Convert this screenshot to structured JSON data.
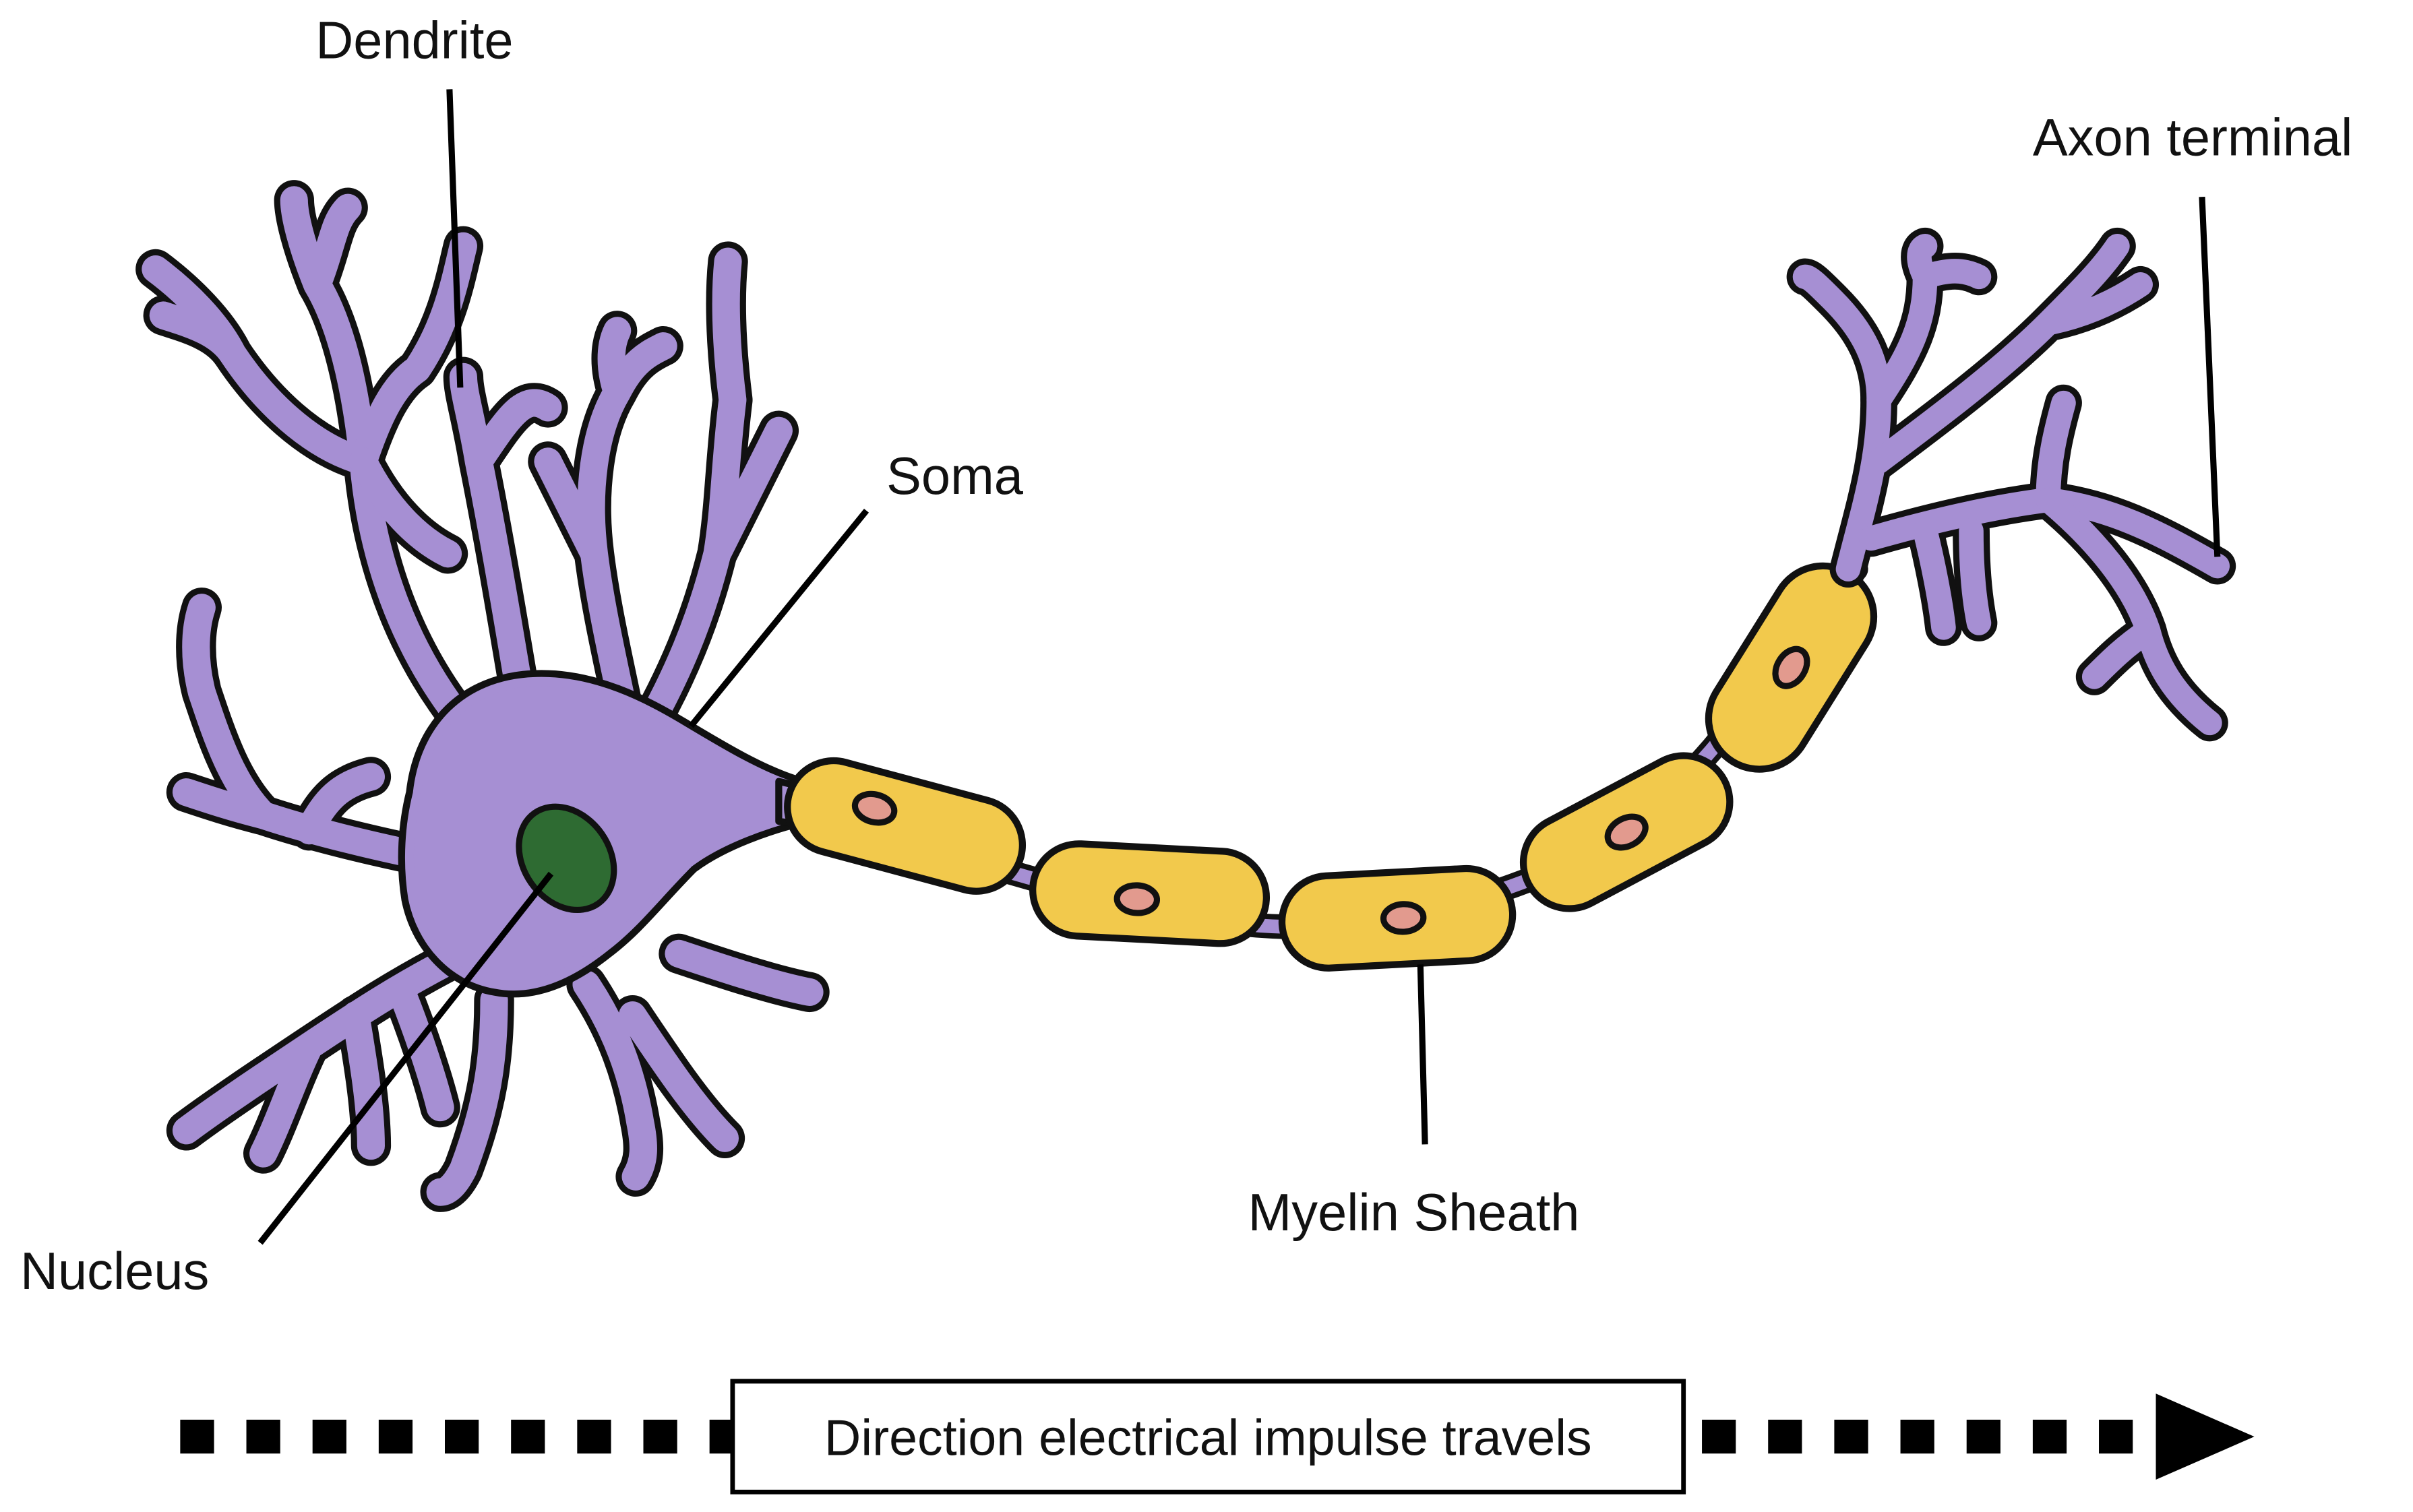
{
  "labels": {
    "dendrite": "Dendrite",
    "soma": "Soma",
    "nucleus": "Nucleus",
    "myelin_sheath": "Myelin Sheath",
    "axon_terminal": "Axon terminal",
    "direction": "Direction electrical impulse travels"
  },
  "colors": {
    "neuron_body": "#a68fd3",
    "myelin": "#f2c94c",
    "nucleus": "#2e6b32",
    "schwann_nucleus": "#e29a8e",
    "outline": "#111111",
    "arrow": "#000000"
  }
}
